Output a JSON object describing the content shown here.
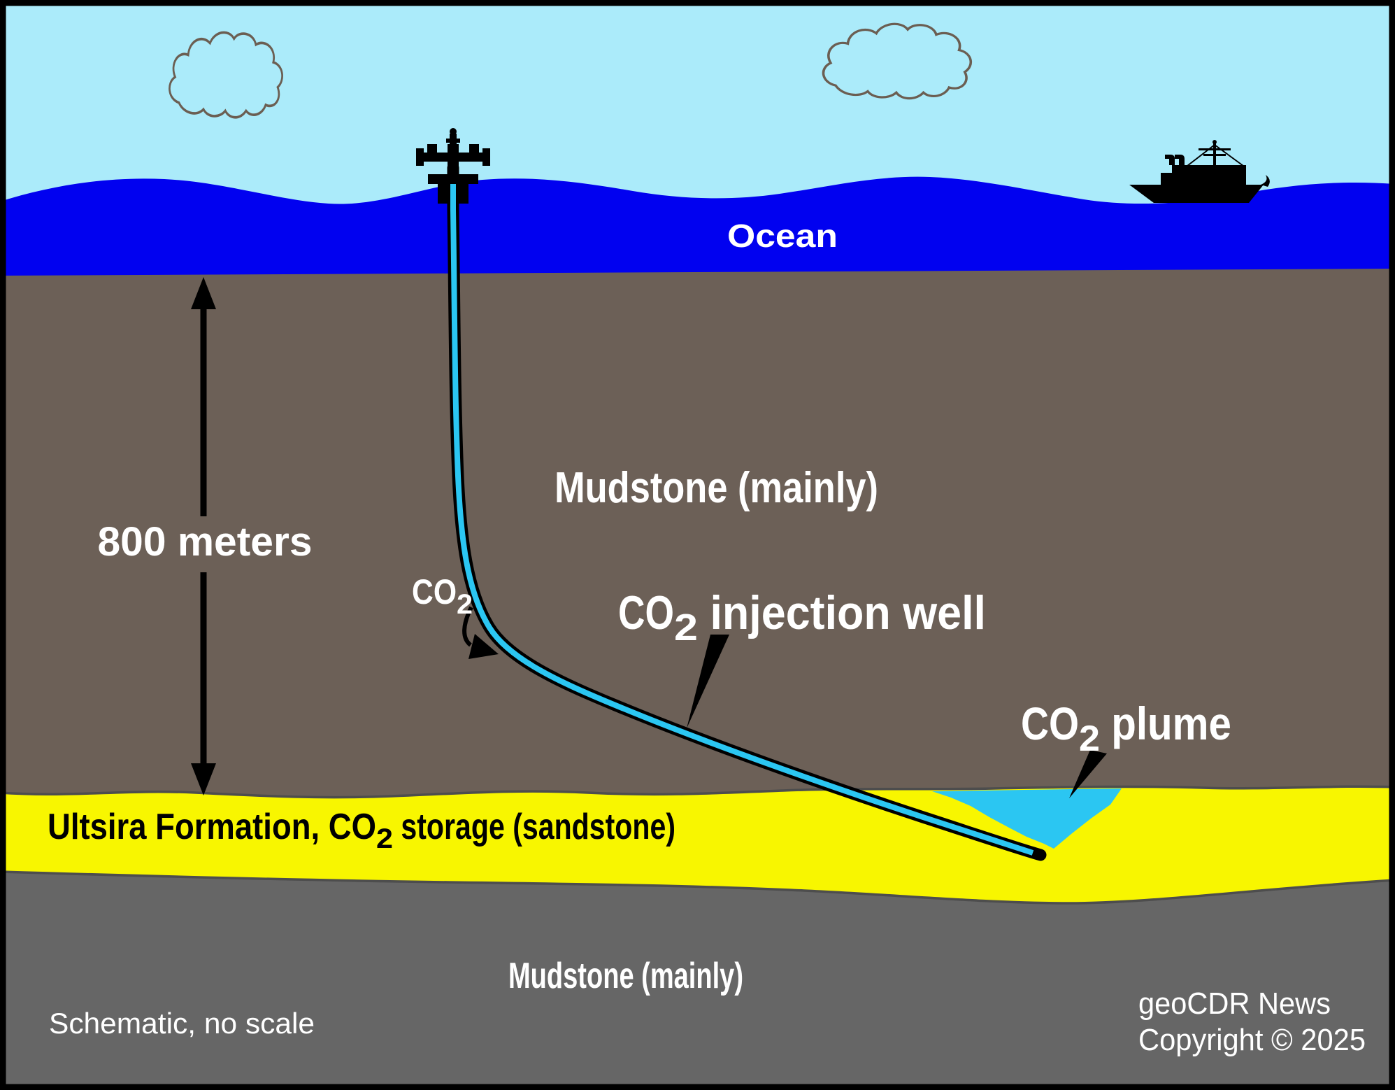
{
  "labels": {
    "ocean": "Ocean",
    "mudstone_upper": "Mudstone (mainly)",
    "mudstone_lower": "Mudstone (mainly)",
    "depth": "800 meters",
    "co2_flow": {
      "pre": "CO",
      "sub": "2"
    },
    "injection_well": {
      "pre": "CO",
      "sub": "2",
      "post": " injection well"
    },
    "plume": {
      "pre": "CO",
      "sub": "2",
      "post": " plume"
    },
    "formation": {
      "pre": "Ultsira Formation, CO",
      "sub": "2",
      "post": " storage  (sandstone)"
    },
    "footnote": "Schematic, no scale",
    "credit": {
      "line1": "geoCDR News",
      "line2": "Copyright © 2025"
    }
  },
  "colors": {
    "sky": "#ABEBFA",
    "ocean": "#0101F0",
    "mudstone": "#6C6057",
    "sandstone": "#F8F600",
    "lower_mudstone": "#666666",
    "co2": "#2BC6F2",
    "ink": "#000000",
    "cloud_outline": "#6B5E52",
    "layer_boundary": "#4D4D4D"
  },
  "icons": {
    "cloud": "cloud-outline",
    "ship": "ship-silhouette",
    "wellhead": "wellhead-christmas-tree",
    "depth_arrow": "double-headed-vertical-arrow",
    "flow_arrow": "curved-down-arrow",
    "pointer": "tapered-callout-pointer"
  }
}
